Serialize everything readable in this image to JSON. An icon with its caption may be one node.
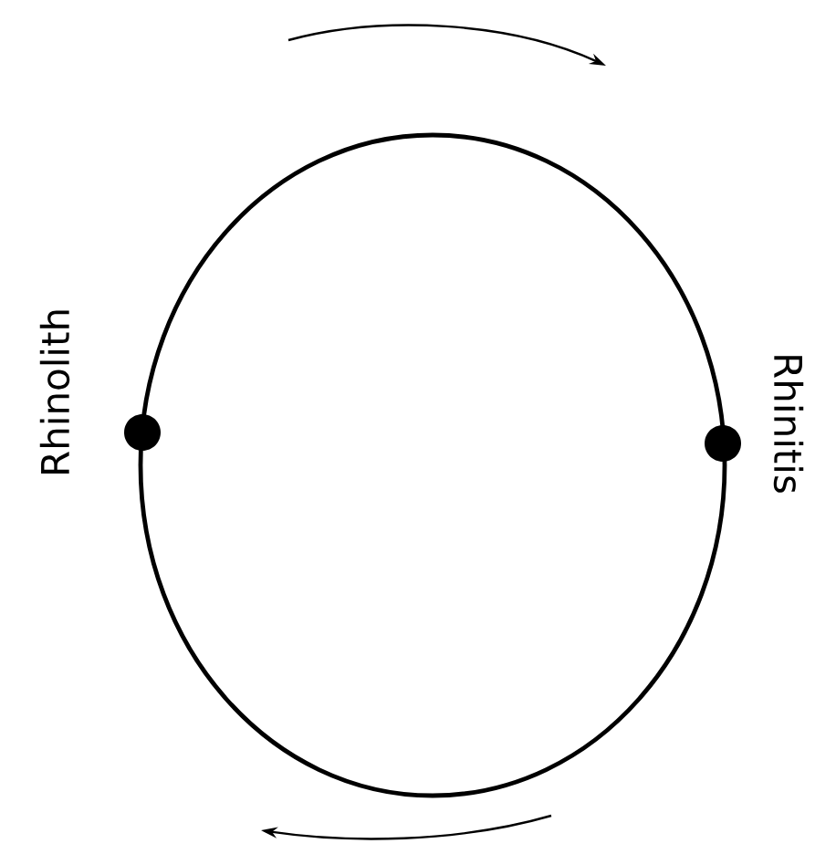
{
  "diagram": {
    "nodes": [
      {
        "text": [],
        "shape": "circle"
      },
      {
        "text": [],
        "shape": "circle",
        "beside": [
          "Rhinolith"
        ]
      },
      {
        "text": [],
        "shape": "circle",
        "beside": [
          "Rhinitis"
        ]
      }
    ]
  }
}
